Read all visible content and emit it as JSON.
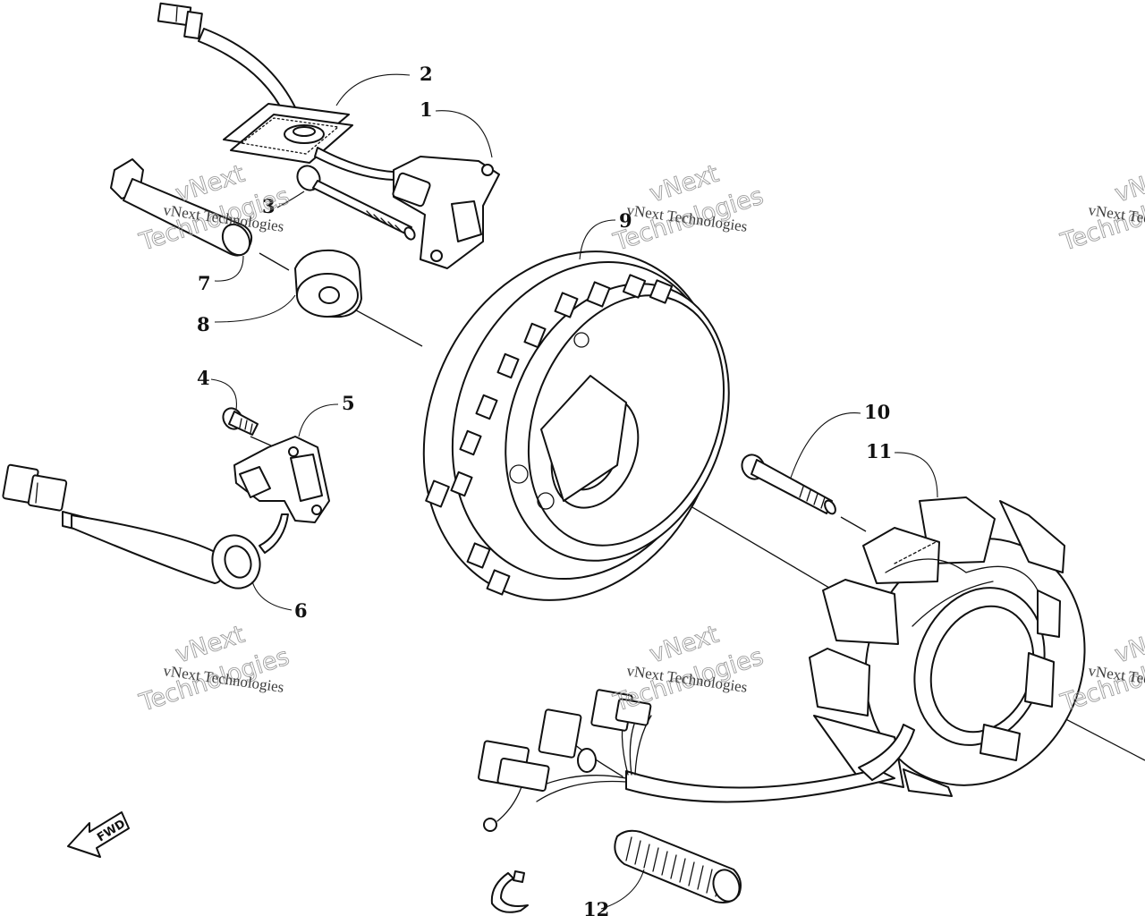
{
  "callouts": [
    {
      "id": "c1",
      "label": "1"
    },
    {
      "id": "c2",
      "label": "2"
    },
    {
      "id": "c3",
      "label": "3"
    },
    {
      "id": "c4",
      "label": "4"
    },
    {
      "id": "c5",
      "label": "5"
    },
    {
      "id": "c6",
      "label": "6"
    },
    {
      "id": "c7",
      "label": "7"
    },
    {
      "id": "c8",
      "label": "8"
    },
    {
      "id": "c9",
      "label": "9"
    },
    {
      "id": "c10",
      "label": "10"
    },
    {
      "id": "c11",
      "label": "11"
    },
    {
      "id": "c12",
      "label": "12"
    }
  ],
  "watermark": {
    "line1": "vNext Technologies",
    "line2_a": "vNext",
    "line2_b": "Technologies"
  },
  "direction_arrow": {
    "label": "FWD"
  },
  "colors": {
    "ink": "#111111",
    "paper": "#ffffff",
    "watermark": "#999999"
  }
}
